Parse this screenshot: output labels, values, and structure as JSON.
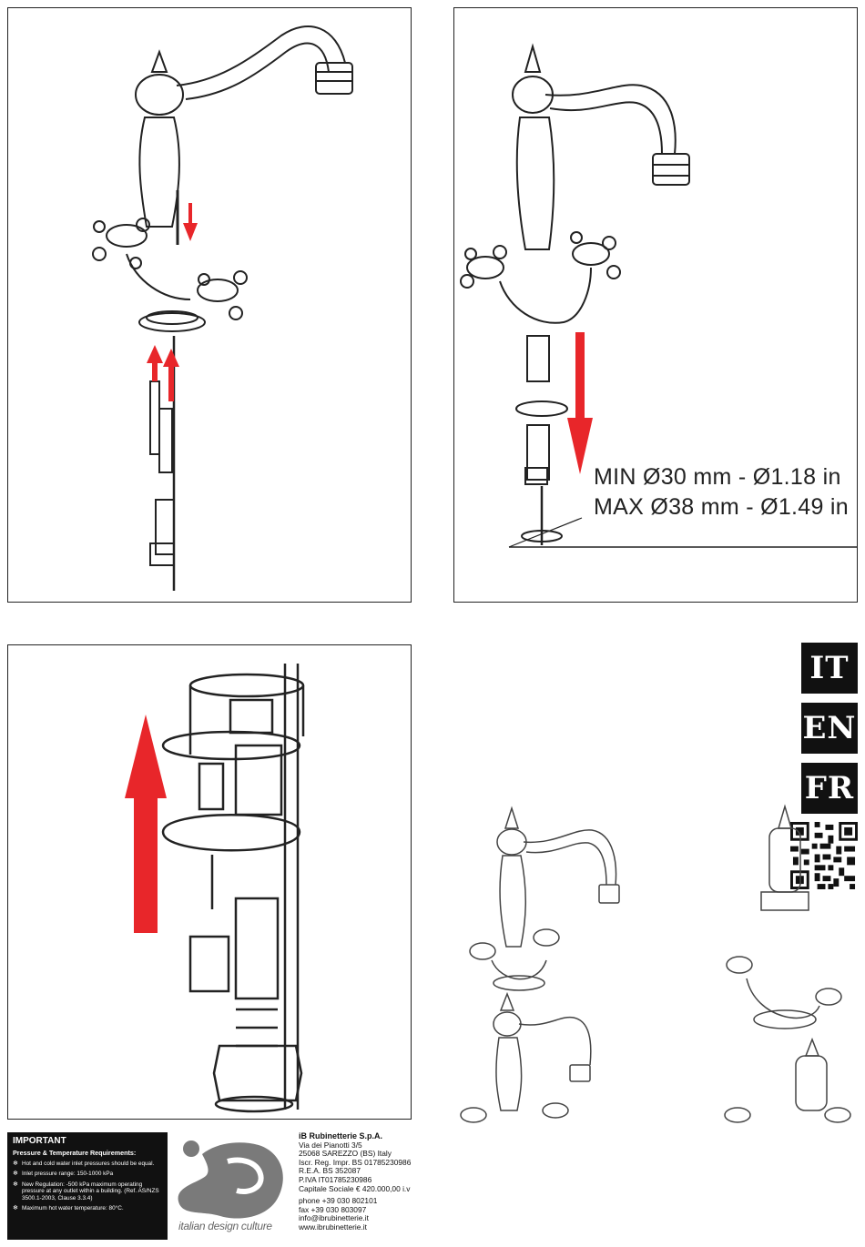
{
  "languages": [
    "IT",
    "EN",
    "FR"
  ],
  "measurements": {
    "min": "MIN Ø30 mm - Ø1.18 in",
    "max": "MAX Ø38 mm - Ø1.49 in"
  },
  "important": {
    "title": "IMPORTANT",
    "subtitle": "Pressure & Temperature Requirements:",
    "items": [
      "Hot and cold water inlet pressures should be equal.",
      "Inlet pressure range: 150-1000 kPa",
      "New Regulation: -500 kPa maximum operating pressure at any outlet within a building. (Ref. AS/NZS 3500.1-2003, Clause 3.3.4)",
      "Maximum hot water temperature: 80°C."
    ]
  },
  "brand": {
    "tagline": "italian design culture"
  },
  "company": {
    "name": "iB Rubinetterie S.p.A.",
    "address": [
      "Via dei Pianotti 3/5",
      "25068 SAREZZO (BS)  Italy",
      "Iscr. Reg. Impr. BS 01785230986",
      "R.E.A. BS 352087",
      "P.IVA IT01785230986",
      "Capitale Sociale € 420.000,00 i.v"
    ],
    "contacts": [
      "phone +39 030 802101",
      "fax +39 030 803097",
      "info@ibrubinetterie.it",
      "www.ibrubinetterie.it"
    ]
  },
  "colors": {
    "arrow": "#e8262a",
    "ink": "#222222",
    "label_bg": "#111111"
  },
  "icons": [
    "qr-code-icon",
    "ib-logo-icon",
    "snowflake-bullet-icon"
  ]
}
